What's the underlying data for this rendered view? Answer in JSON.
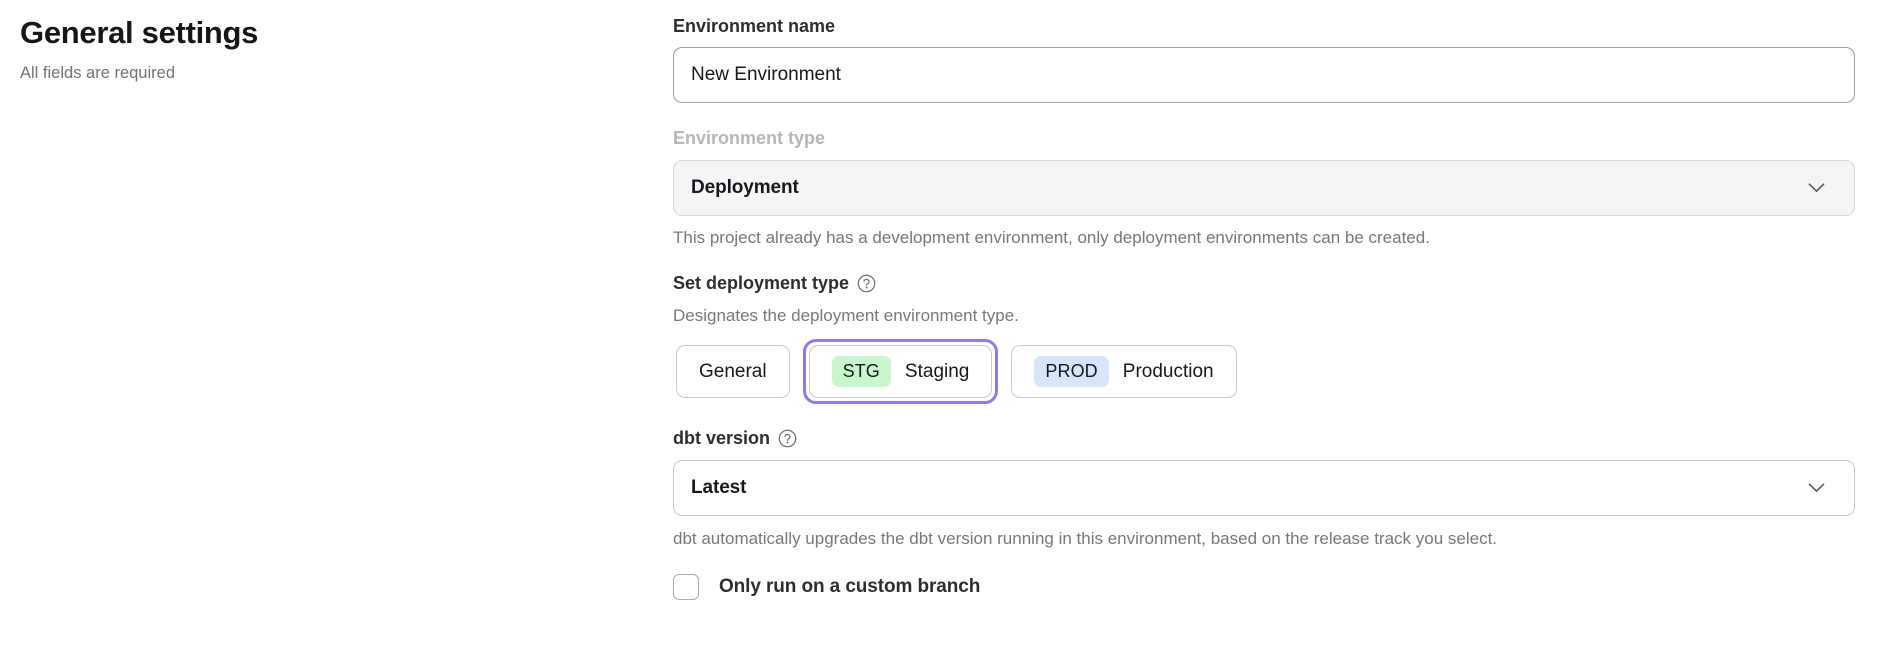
{
  "header": {
    "title": "General settings",
    "subtitle": "All fields are required"
  },
  "form": {
    "environment_name": {
      "label": "Environment name",
      "value": "New Environment",
      "placeholder": "Environment name"
    },
    "environment_type": {
      "label": "Environment type",
      "value": "Deployment",
      "disabled": true,
      "help": "This project already has a development environment, only deployment environments can be created.",
      "chevron_icon": "chevron-down-icon"
    },
    "deployment_type": {
      "label": "Set deployment type",
      "help_icon": "question-circle-icon",
      "help": "Designates the deployment environment type.",
      "selected": "Staging",
      "options": [
        {
          "label": "General",
          "badge": "",
          "badge_color": ""
        },
        {
          "label": "Staging",
          "badge": "STG",
          "badge_color": "#c8f7ce"
        },
        {
          "label": "Production",
          "badge": "PROD",
          "badge_color": "#d7e5fc"
        }
      ]
    },
    "dbt_version": {
      "label": "dbt version",
      "help_icon": "question-circle-icon",
      "value": "Latest",
      "help": "dbt automatically upgrades the dbt version running in this environment, based on the release track you select.",
      "chevron_icon": "chevron-down-icon"
    },
    "custom_branch": {
      "label": "Only run on a custom branch",
      "checked": false
    }
  },
  "colors": {
    "focus_ring": "#8b7cf5",
    "text_primary": "#16181b",
    "text_muted": "#74797e",
    "disabled_bg": "#f4f5f6"
  }
}
